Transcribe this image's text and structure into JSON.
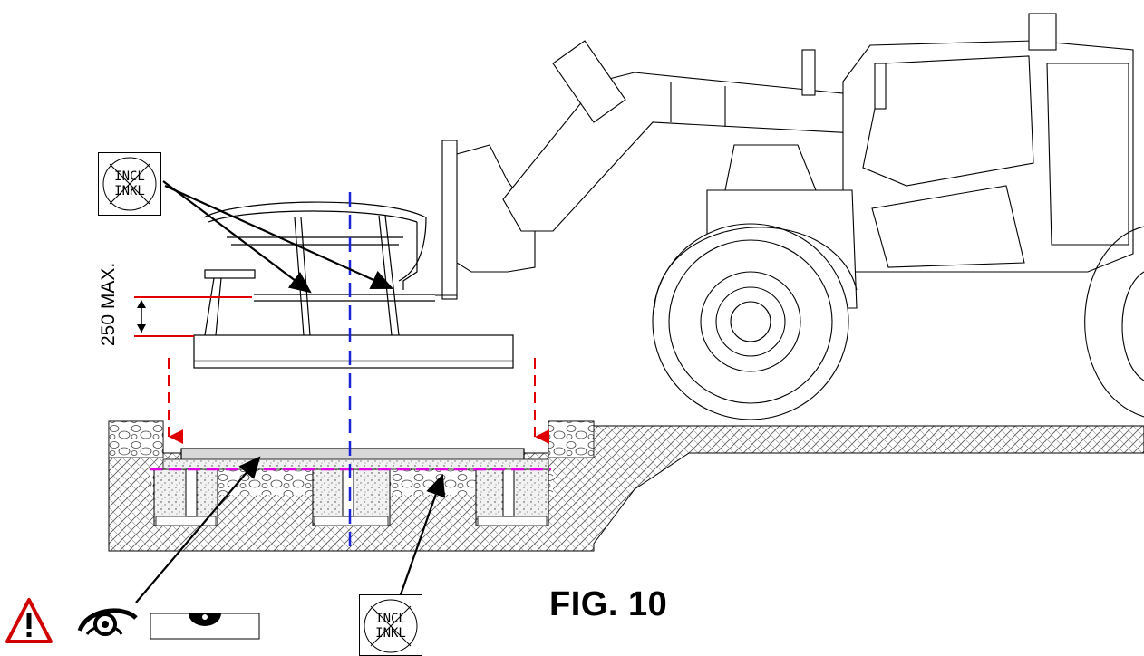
{
  "figure": {
    "title": "FIG. 10",
    "dimension_label": "250 MAX.",
    "incl_top": "INCL",
    "incl_bottom": "INKL",
    "warning_icon": "warning-triangle-icon",
    "eye_icon": "eye-icon",
    "level_icon": "spirit-level-icon",
    "colors": {
      "lift_arrows": "#e00000",
      "centerline": "#1a24d6",
      "level_line": "#e000e0",
      "warning": "#d00000"
    }
  }
}
